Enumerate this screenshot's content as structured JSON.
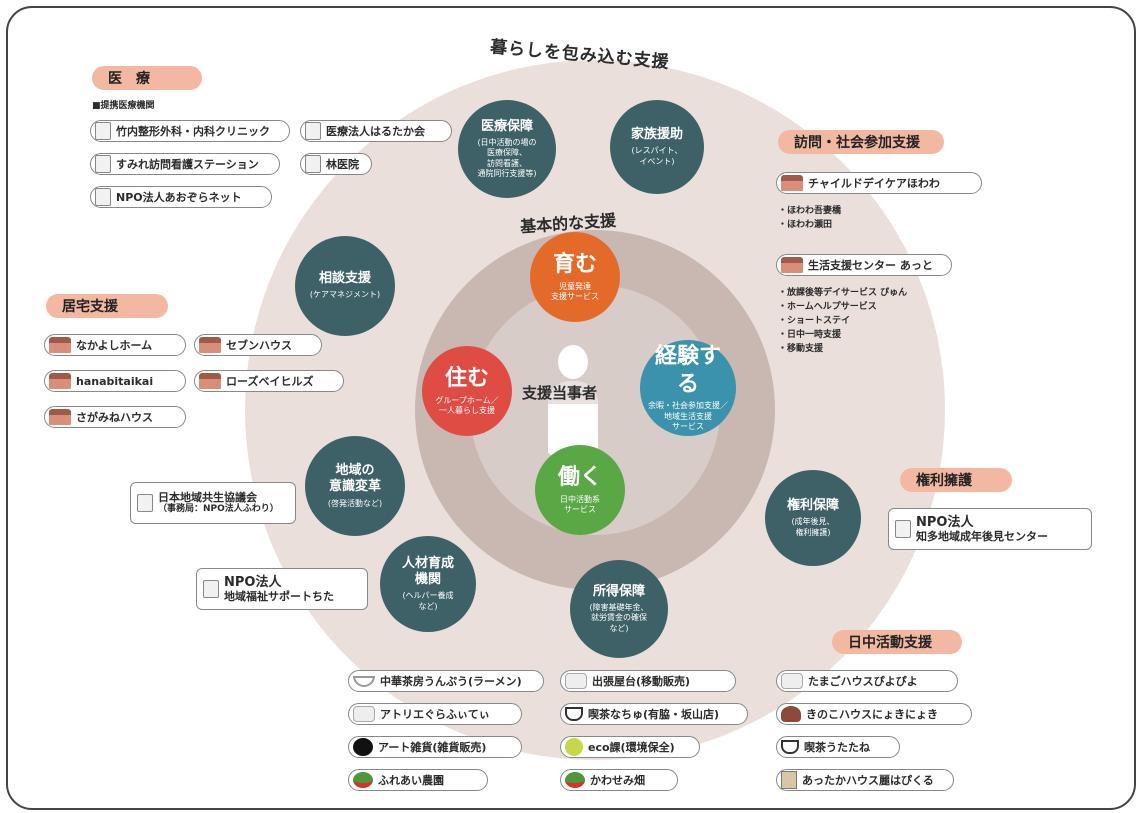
{
  "outer_title": "暮らしを包み込む支援",
  "basic_title": "基本的な支援",
  "center_label": "支援当事者",
  "circles": {
    "iryo": {
      "title": "医療保障",
      "sub": "(日中活動の場の\n医療保障、\n訪問看護、\n通院同行支援等)"
    },
    "kazoku": {
      "title": "家族援助",
      "sub": "(レスパイト、\nイベント)"
    },
    "sodan": {
      "title": "相談支援",
      "sub": "(ケアマネジメント)"
    },
    "chiiki": {
      "title": "地域の\n意識変革",
      "sub": "(啓発活動など)"
    },
    "jinzai": {
      "title": "人材育成\n機関",
      "sub": "(ヘルパー養成\nなど)"
    },
    "shotoku": {
      "title": "所得保障",
      "sub": "(障害基礎年金、\n就労賃金の確保\nなど)"
    },
    "kenri": {
      "title": "権利保障",
      "sub": "(成年後見、\n権利擁護)"
    },
    "sodatsu": {
      "title": "育む",
      "sub": "児童発達\n支援サービス"
    },
    "sumu": {
      "title": "住む",
      "sub": "グループホーム／\n一人暮らし支援"
    },
    "keiken": {
      "title": "経験する",
      "sub": "余暇・社会参加支援／\n地域生活支援\nサービス"
    },
    "hataraku": {
      "title": "働く",
      "sub": "日中活動系\nサービス"
    }
  },
  "iryo_section": {
    "label": "医　療",
    "note": "■提携医療機関",
    "items": [
      "竹内整形外科・内科クリニック",
      "医療法人はるたか会",
      "すみれ訪問看護ステーション",
      "林医院",
      "NPO法人あおぞらネット"
    ]
  },
  "kyotaku_section": {
    "label": "居宅支援",
    "items": [
      "なかよしホーム",
      "セブンハウス",
      "hanabitaikai",
      "ローズベイヒルズ",
      "さがみねハウス"
    ]
  },
  "homon_section": {
    "label": "訪問・社会参加支援",
    "orgs": [
      {
        "name": "チャイルドデイケアほわわ",
        "bullets": [
          "・ほわわ吾妻橋",
          "・ほわわ瀬田"
        ]
      },
      {
        "name": "生活支援センター あっと",
        "bullets": [
          "・放課後等デイサービス ぴゅん",
          "・ホームヘルプサービス",
          "・ショートステイ",
          "・日中一時支援",
          "・移動支援"
        ]
      }
    ]
  },
  "kenri_section": {
    "label": "権利擁護",
    "box_line1": "NPO法人",
    "box_line2": "知多地域成年後見センター"
  },
  "left_boxes": {
    "kyogikai_line1": "日本地域共生協議会",
    "kyogikai_line2": "（事務局：NPO法人ふわり）",
    "support_line1": "NPO法人",
    "support_line2": "地域福祉サポートちた"
  },
  "bottom_col1": [
    "中華茶房うんぷう(ラーメン)",
    "アトリエぐらふぃてぃ",
    "アート雑貨(雑貨販売)",
    "ふれあい農園"
  ],
  "bottom_col2": [
    "出張屋台(移動販売)",
    "喫茶なちゅ(有脇・坂山店)",
    "eco課(環境保全)",
    "かわせみ畑"
  ],
  "nicchu_section": {
    "label": "日中活動支援",
    "items": [
      "たまごハウスぴよぴよ",
      "きのこハウスにょきにょき",
      "喫茶うたたね",
      "あったかハウス麗はぴくる"
    ]
  },
  "colors": {
    "teal": "#3e6167",
    "orange": "#e46a2a",
    "red": "#df4c44",
    "blue": "#3a92ad",
    "green": "#5aa746",
    "category": "#f3b8a2"
  }
}
